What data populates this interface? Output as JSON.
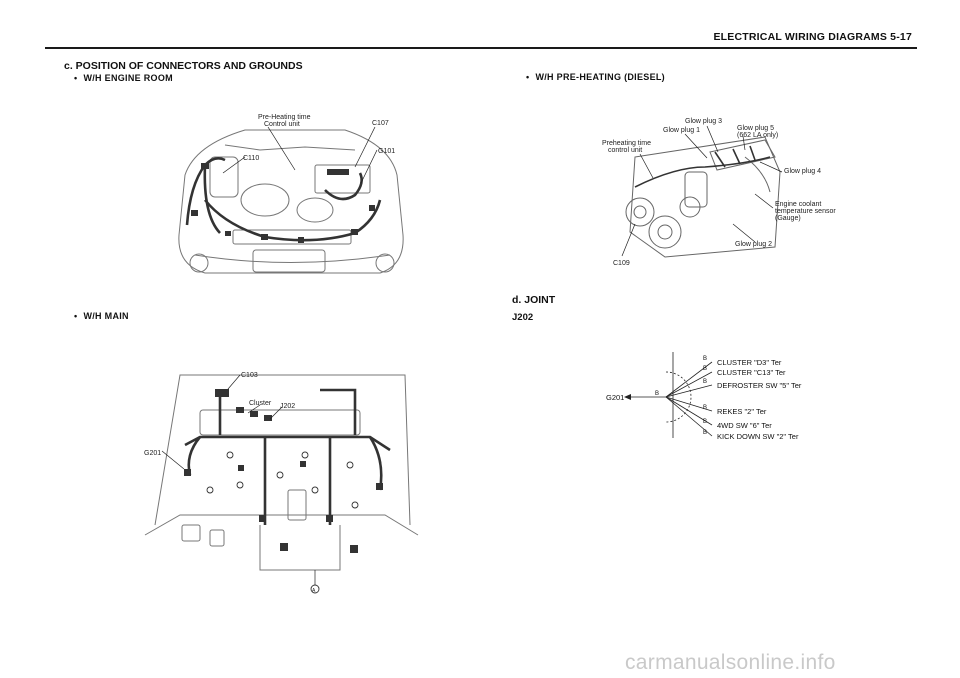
{
  "header": {
    "title": "ELECTRICAL WIRING DIAGRAMS  5-17"
  },
  "left": {
    "section_title": "c. POSITION OF CONNECTORS AND GROUNDS",
    "engine_room": {
      "title": "W/H  ENGINE  ROOM",
      "labels": {
        "preheat": "Pre-Heating time",
        "preheat2": "Control unit",
        "c107": "C107",
        "c110": "C110",
        "g101": "G101"
      }
    },
    "main": {
      "title": "W/H MAIN",
      "labels": {
        "c103": "C103",
        "cluster": "Cluster",
        "j202": "J202",
        "g201": "G201",
        "a": "A"
      }
    }
  },
  "right": {
    "preheating": {
      "title": "W/H  PRE-HEATING  (DIESEL)",
      "labels": {
        "glow3": "Glow plug 3",
        "glow1": "Glow plug 1",
        "glow5a": "Glow plug 5",
        "glow5b": "(662 LA only)",
        "pre_a": "Preheating time",
        "pre_b": "control unit",
        "glow4": "Glow plug 4",
        "ect_a": "Engine coolant",
        "ect_b": "temperature sensor",
        "ect_c": "(Gauge)",
        "glow2": "Glow plug 2",
        "c109": "C109"
      }
    },
    "joint": {
      "section_title": "d. JOINT",
      "name": "J202",
      "ground": "G201",
      "wire_color": "B",
      "branches": [
        "CLUSTER \"D3\" Ter",
        "CLUSTER \"C13\" Ter",
        "DEFROSTER SW \"5\" Ter",
        "REKES \"2\" Ter",
        "4WD SW \"6\" Ter",
        "KICK DOWN SW \"2\" Ter"
      ]
    }
  },
  "watermark": "carmanualsonline.info"
}
